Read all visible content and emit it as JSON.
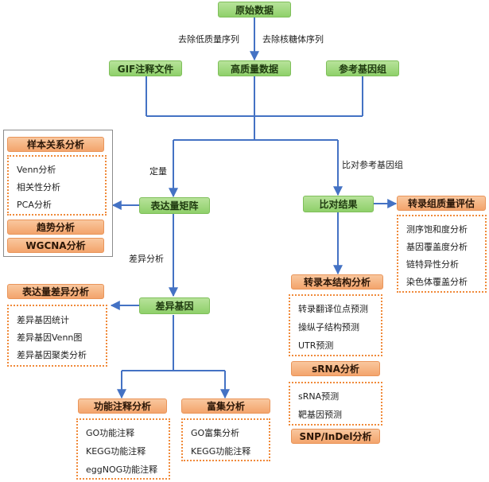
{
  "nodes": {
    "raw": "原始数据",
    "gif": "GIF注释文件",
    "hq": "高质量数据",
    "ref": "参考基因组",
    "expr": "表达量矩阵",
    "align": "比对结果",
    "deg": "差异基因",
    "sample": "样本关系分析",
    "trend": "趋势分析",
    "wgcna": "WGCNA分析",
    "diffexpr": "表达量差异分析",
    "func": "功能注释分析",
    "enrich": "富集分析",
    "tqc": "转录组质量评估",
    "tstruct": "转录本结构分析",
    "srna": "sRNA分析",
    "snp": "SNP/InDel分析"
  },
  "edge_labels": {
    "lowq": "去除低质量序列",
    "rrna": "去除核糖体序列",
    "quant": "定量",
    "align_ref": "比对参考基因组",
    "diff": "差异分析"
  },
  "lists": {
    "sample": [
      "Venn分析",
      "相关性分析",
      "PCA分析"
    ],
    "diffexpr": [
      "差异基因统计",
      "差异基因Venn图",
      "差异基因聚类分析"
    ],
    "func": [
      "GO功能注释",
      "KEGG功能注释",
      "eggNOG功能注释"
    ],
    "enrich": [
      "GO富集分析",
      "KEGG功能注释"
    ],
    "tqc": [
      "测序饱和度分析",
      "基因覆盖度分析",
      "链特异性分析",
      "染色体覆盖分析"
    ],
    "tstruct": [
      "转录翻译位点预测",
      "操纵子结构预测",
      "UTR预测"
    ],
    "srna": [
      "sRNA预测",
      "靶基因预测"
    ]
  },
  "colors": {
    "line": "#4472c4",
    "green_node": "#a6dc80",
    "orange_node": "#f5b07d",
    "dotted_border": "#f08a3a"
  }
}
